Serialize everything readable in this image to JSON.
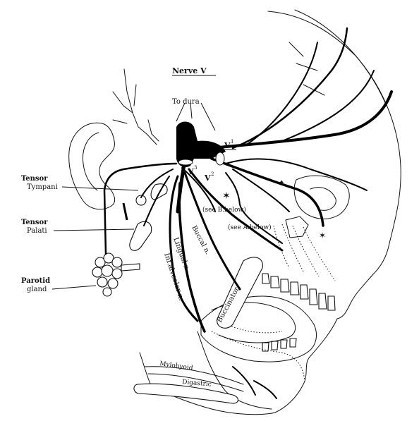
{
  "title": "Nerve V",
  "labels": {
    "to_dura": "To dura",
    "v1": "V",
    "v1_sup": "1",
    "v2": "V",
    "v2_sup": "2",
    "v3": "V",
    "v3_sup": "3",
    "see_b": "(see B.below)",
    "see_a": "(see A.below)",
    "buccal_n": "Buccal n.",
    "lingual_n": "Lingual n.",
    "inf_alveolar_n": "Inf.alveolar n.",
    "buccinator": "Buccinator",
    "mylohyoid": "Mylohyoid",
    "digastric": "Digastric",
    "tensor_tympani_1": "Tensor",
    "tensor_tympani_2": "Tympani",
    "tensor_palati_1": "Tensor",
    "tensor_palati_2": "Palati",
    "parotid_1": "Parotid",
    "parotid_2": "gland"
  }
}
